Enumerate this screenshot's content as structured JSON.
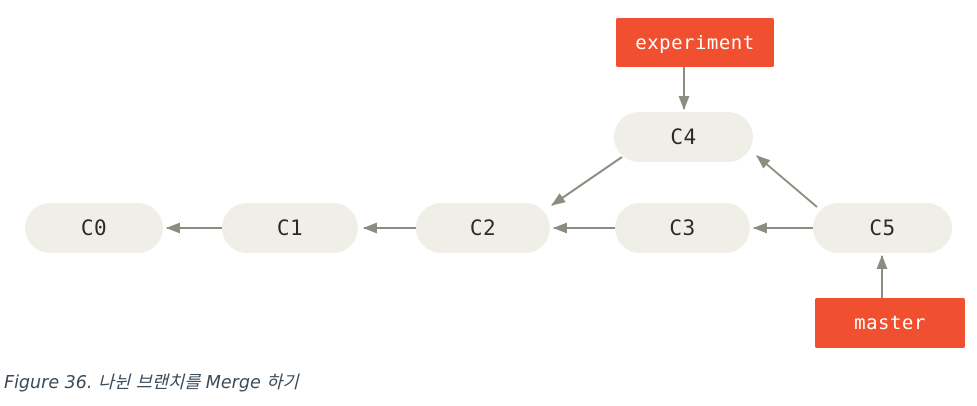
{
  "figure": {
    "caption": "Figure 36. 나뉜 브랜치를 Merge 하기"
  },
  "diagram": {
    "type": "git-commit-graph",
    "colors": {
      "branch_bg": "#f0502f",
      "branch_text": "#ffffff",
      "commit_bg": "#f0efe7",
      "commit_text": "#2b2a26",
      "arrow_color": "#8e8b81",
      "caption_color": "#3c4b57"
    },
    "branches": [
      {
        "id": "experiment",
        "label": "experiment",
        "points_to": "C4"
      },
      {
        "id": "master",
        "label": "master",
        "points_to": "C5"
      }
    ],
    "commits": [
      {
        "id": "C0",
        "label": "C0"
      },
      {
        "id": "C1",
        "label": "C1"
      },
      {
        "id": "C2",
        "label": "C2"
      },
      {
        "id": "C3",
        "label": "C3"
      },
      {
        "id": "C4",
        "label": "C4"
      },
      {
        "id": "C5",
        "label": "C5"
      }
    ],
    "edges": [
      {
        "from": "C1",
        "to": "C0"
      },
      {
        "from": "C2",
        "to": "C1"
      },
      {
        "from": "C3",
        "to": "C2"
      },
      {
        "from": "C4",
        "to": "C2"
      },
      {
        "from": "C5",
        "to": "C3"
      },
      {
        "from": "C5",
        "to": "C4"
      },
      {
        "from": "experiment",
        "to": "C4"
      },
      {
        "from": "master",
        "to": "C5"
      }
    ]
  }
}
